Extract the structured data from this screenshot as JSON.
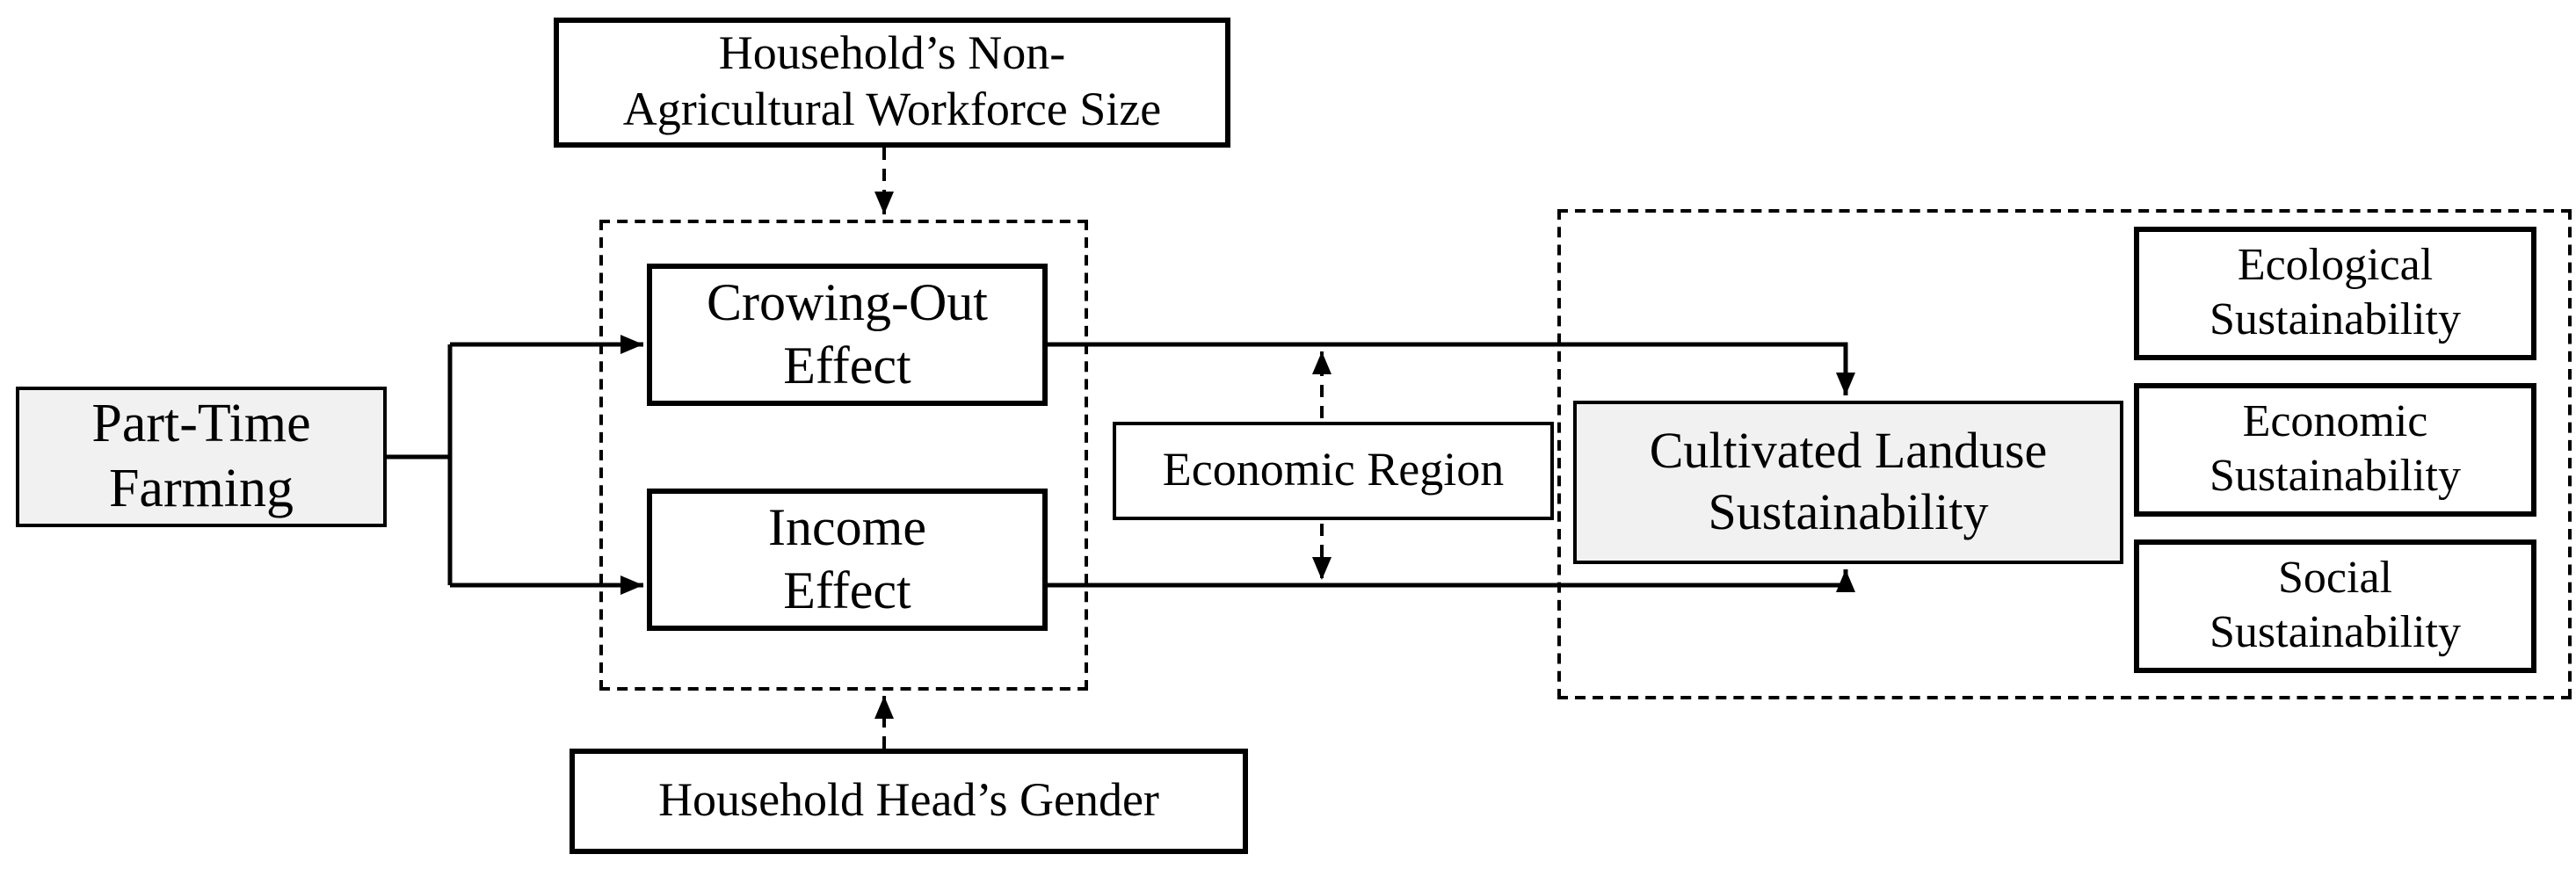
{
  "colors": {
    "stroke": "#000000",
    "highlight_fill": "#f1f1f1",
    "background": "#ffffff"
  },
  "nodes": {
    "workforce": {
      "lines": [
        "Household’s Non-",
        "Agricultural Workforce Size"
      ]
    },
    "part_time_farming": {
      "lines": [
        "Part-Time",
        "Farming"
      ]
    },
    "crowding_out_effect": {
      "lines": [
        "Crowing-Out",
        "Effect"
      ]
    },
    "income_effect": {
      "lines": [
        "Income",
        "Effect"
      ]
    },
    "economic_region": {
      "lines": [
        "Economic Region"
      ]
    },
    "household_head_gender": {
      "lines": [
        "Household Head’s Gender"
      ]
    },
    "cultivated_landuse": {
      "lines": [
        "Cultivated Landuse",
        "Sustainability"
      ]
    },
    "ecological_sustainability": {
      "lines": [
        "Ecological",
        "Sustainability"
      ]
    },
    "economic_sustainability": {
      "lines": [
        "Economic",
        "Sustainability"
      ]
    },
    "social_sustainability": {
      "lines": [
        "Social",
        "Sustainability"
      ]
    }
  }
}
